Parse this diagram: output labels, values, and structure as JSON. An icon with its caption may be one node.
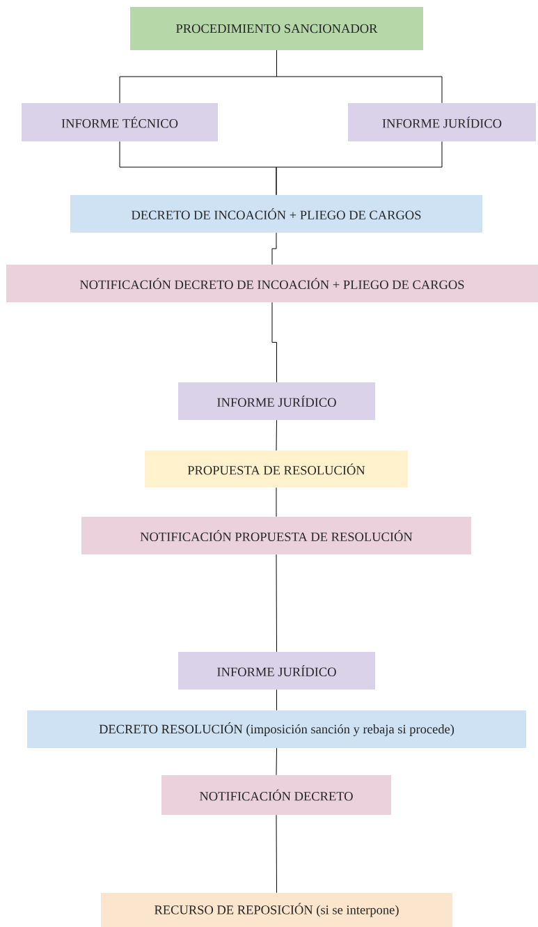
{
  "diagram": {
    "nodes": [
      {
        "text": [
          "PROCEDIMIENTO SANCIONADOR"
        ]
      },
      {
        "text": [
          "INFORME TÉCNICO"
        ]
      },
      {
        "text": [
          "INFORME JURÍDICO"
        ]
      },
      {
        "text": [
          "DECRETO DE INCOACIÓN + PLIEGO DE CARGOS"
        ]
      },
      {
        "text": [
          "NOTIFICACIÓN DECRETO DE INCOACIÓN + PLIEGO DE CARGOS"
        ]
      },
      {
        "text": [
          "INFORME JURÍDICO"
        ]
      },
      {
        "text": [
          "PROPUESTA DE RESOLUCIÓN"
        ]
      },
      {
        "text": [
          "NOTIFICACIÓN PROPUESTA DE RESOLUCIÓN"
        ]
      },
      {
        "text": [
          "INFORME JURÍDICO"
        ]
      },
      {
        "text": [
          "DECRETO RESOLUCIÓN (imposición sanción y rebaja si procede)"
        ]
      },
      {
        "text": [
          "NOTIFICACIÓN DECRETO"
        ]
      },
      {
        "text": [
          "RECURSO DE REPOSICIÓN (si se interpone)"
        ]
      }
    ],
    "edges": [
      {
        "from": 0,
        "to": 1,
        "arrow": "none"
      },
      {
        "from": 0,
        "to": 2,
        "arrow": "none"
      },
      {
        "from": 1,
        "to": 3,
        "arrow": "none"
      },
      {
        "from": 2,
        "to": 3,
        "arrow": "none"
      },
      {
        "from": 3,
        "to": 4,
        "arrow": "none"
      },
      {
        "from": 4,
        "to": 5,
        "arrow": "none"
      },
      {
        "from": 5,
        "to": 6,
        "arrow": "none"
      },
      {
        "from": 6,
        "to": 7,
        "arrow": "none"
      },
      {
        "from": 7,
        "to": 8,
        "arrow": "none"
      },
      {
        "from": 8,
        "to": 9,
        "arrow": "none"
      },
      {
        "from": 9,
        "to": 10,
        "arrow": "none"
      },
      {
        "from": 10,
        "to": 11,
        "arrow": "none"
      }
    ]
  }
}
